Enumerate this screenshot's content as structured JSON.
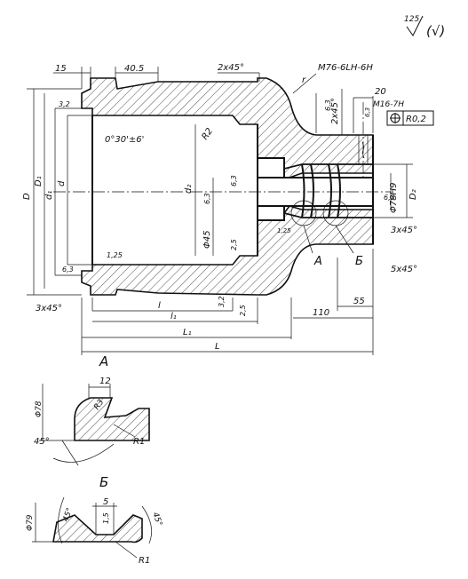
{
  "roughness": {
    "general": "125",
    "other": "(√)"
  },
  "main_view": {
    "dims": {
      "dim_15": "15",
      "dim_40_5": "40.5",
      "chamfer_top": "2x45°",
      "thread_main": "M76-6LH-6H",
      "radius_r": "r",
      "chamfer_vert": "2x45°",
      "rough_63a": "6,3",
      "dim_20": "20",
      "thread_small": "M16-7H",
      "rough_63b": "6,3",
      "pos_tol_value": "R0,2",
      "rough_32": "3,2",
      "taper": "0°30'±6'",
      "radius_r2": "R2",
      "D": "D",
      "D1": "D₁",
      "d1": "d₁",
      "d": "d",
      "d2": "d₂",
      "rough_63c": "6,3",
      "rough_63d": "6,3",
      "phi45": "Φ45",
      "rough_125": "1,25",
      "rough_63e": "6,3",
      "rough_25a": "2,5",
      "rough_125b": "1,25",
      "phi78": "Φ78H9",
      "D2": "D₂",
      "rough_63f": "6,3",
      "chamfer_3x45_right": "3x45°",
      "label_A": "A",
      "label_B": "Б",
      "chamfer_5x45": "5x45°",
      "chamfer_3x45_left": "3x45°",
      "l": "l",
      "rough_32b": "3,2",
      "l1": "l₁",
      "rough_25b": "2,5",
      "dim_110": "110",
      "dim_55": "55",
      "L1": "L₁",
      "L": "L"
    }
  },
  "detail_A": {
    "title": "A",
    "width": "12",
    "radius": "R3",
    "root_radius": "R1",
    "diameter": "Φ78",
    "angle": "45°"
  },
  "detail_B": {
    "title": "Б",
    "width": "5",
    "depth": "1,5",
    "root_radius": "R1",
    "diameter": "Φ79",
    "angle_left": "45°",
    "angle_right": "45°"
  }
}
